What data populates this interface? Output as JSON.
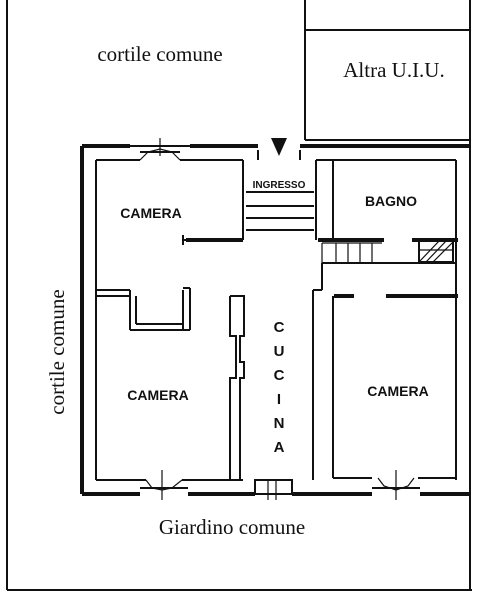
{
  "labels": {
    "cortile_top": "cortile comune",
    "altra_uiu": "Altra U.I.U.",
    "cortile_side": "cortile comune",
    "giardino": "Giardino comune",
    "ingresso": "INGRESSO",
    "bagno": "BAGNO",
    "camera_top_left": "CAMERA",
    "camera_bottom_left": "CAMERA",
    "camera_right": "CAMERA",
    "cucina_letters": [
      "C",
      "U",
      "C",
      "I",
      "N",
      "A"
    ]
  }
}
